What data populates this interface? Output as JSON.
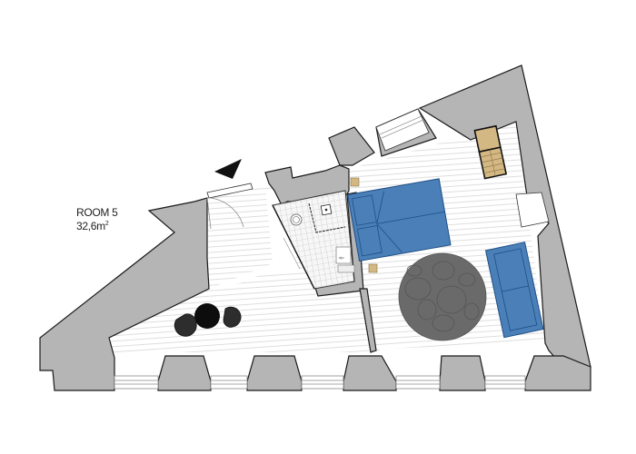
{
  "room": {
    "name": "ROOM 5",
    "area_value": "32,6m",
    "area_exponent": "2"
  },
  "colors": {
    "wall": "#b5b5b5",
    "wall_stroke": "#1a1a1a",
    "floor": "#ffffff",
    "floor_lines": "#dcdcdc",
    "bed": "#4a7fb8",
    "sofa": "#4a7fb8",
    "rug": "#6a6a6a",
    "stairs": "#d4b884",
    "nightstand": "#d4b884",
    "chairs": "#2a2a2a",
    "table": "#0d0d0d",
    "entrance_arrow": "#111111"
  },
  "elements": {
    "entrance_marker": "entrance-arrow",
    "bathroom": "bathroom-tiled",
    "bed": "double-bed",
    "sofa": "sofa",
    "rug": "round-rug",
    "stairs": "stairs",
    "dining": "round-table-with-two-chairs"
  }
}
